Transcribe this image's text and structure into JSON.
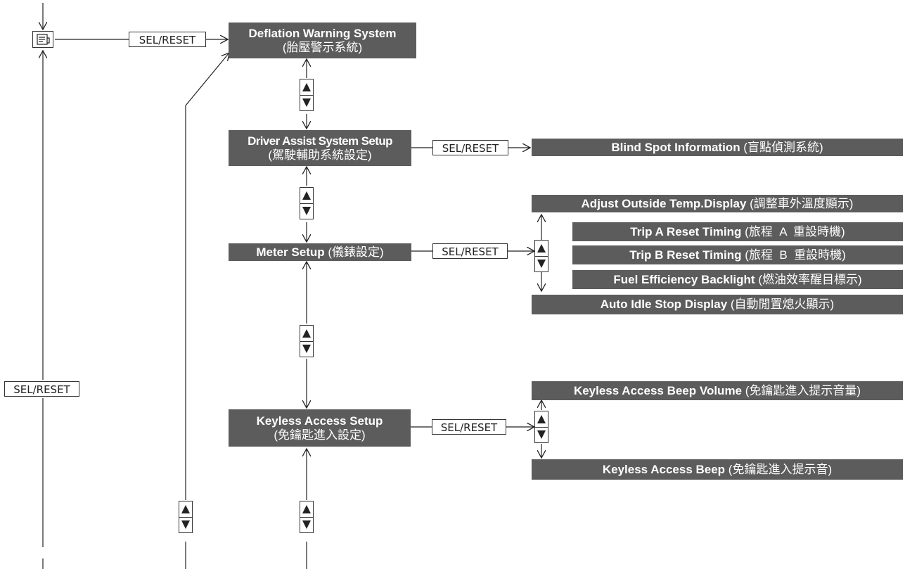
{
  "controls": {
    "sel_reset_label": "SEL/RESET",
    "display_icon": "display-icon",
    "updown_icon": "up-down-arrow-icon"
  },
  "menus": {
    "deflation": {
      "en": "Deflation Warning System",
      "zh": "(胎壓警示系統)"
    },
    "driver_assist": {
      "en": "Driver Assist System Setup",
      "zh": "(駕駛輔助系統設定)"
    },
    "meter": {
      "en": "Meter Setup",
      "zh": " (儀錶設定)"
    },
    "keyless": {
      "en": "Keyless Access Setup",
      "zh": "(免鑰匙進入設定)"
    }
  },
  "submenus": {
    "blind_spot": {
      "en": "Blind Spot Information",
      "zh": " (盲點偵測系統)"
    },
    "outside_temp": {
      "en": "Adjust Outside Temp.Display",
      "zh": " (調整車外溫度顯示)"
    },
    "trip_a": {
      "en": "Trip A Reset Timing",
      "zh": " (旅程  A  重設時機)"
    },
    "trip_b": {
      "en": "Trip B Reset Timing",
      "zh": " (旅程  B  重設時機)"
    },
    "fuel_backlight": {
      "en": "Fuel Efficiency Backlight",
      "zh": " (燃油效率醒目標示)"
    },
    "auto_idle": {
      "en": "Auto Idle Stop Display",
      "zh": " (自動閒置熄火顯示)"
    },
    "keyless_volume": {
      "en": "Keyless Access Beep Volume",
      "zh": " (免鑰匙進入提示音量)"
    },
    "keyless_beep": {
      "en": "Keyless Access Beep",
      "zh": " (免鑰匙進入提示音)"
    }
  }
}
